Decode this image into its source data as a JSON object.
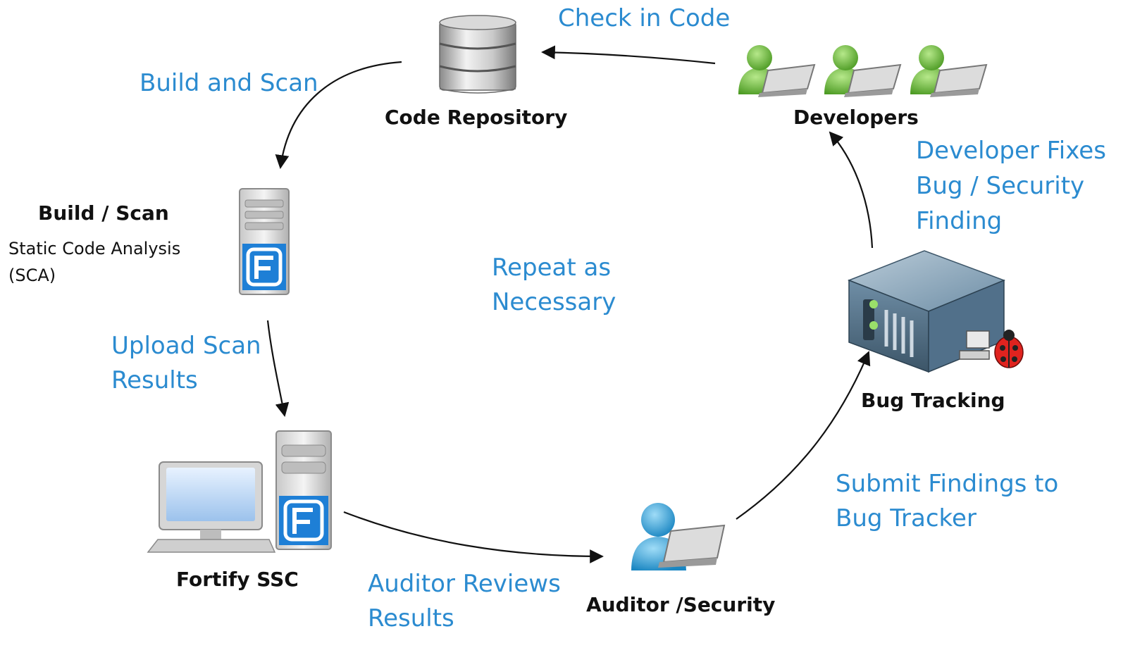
{
  "nodes": {
    "code_repository": "Code Repository",
    "developers": "Developers",
    "build_scan": "Build / Scan",
    "build_scan_sub_1": "Static Code Analysis",
    "build_scan_sub_2": "(SCA)",
    "bug_tracking": "Bug Tracking",
    "fortify_ssc": "Fortify SSC",
    "auditor": "Auditor /Security"
  },
  "steps": {
    "check_in": "Check in Code",
    "build_and_scan": "Build and Scan",
    "developer_fixes_1": "Developer Fixes",
    "developer_fixes_2": "Bug / Security",
    "developer_fixes_3": "Finding",
    "repeat_1": "Repeat as",
    "repeat_2": "Necessary",
    "upload_1": "Upload Scan",
    "upload_2": "Results",
    "submit_1": "Submit Findings to",
    "submit_2": "Bug Tracker",
    "auditor_reviews_1": "Auditor Reviews",
    "auditor_reviews_2": "Results"
  },
  "colors": {
    "step_text": "#2b8bd0",
    "node_text": "#111111",
    "developer_green": "#6fbe3b",
    "auditor_blue": "#2ea7e0",
    "fortify_blue": "#1e7fd6"
  }
}
